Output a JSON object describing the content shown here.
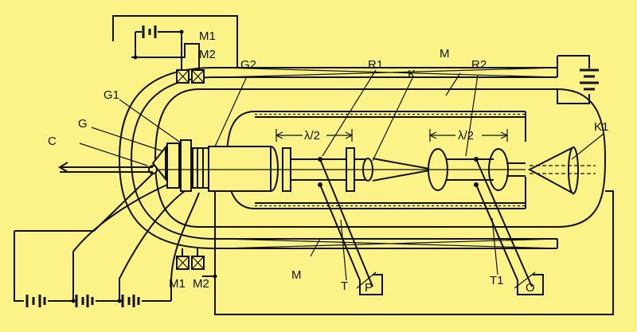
{
  "labels": {
    "m1_top": "M1",
    "m2_top": "M2",
    "m_top": "M",
    "g2": "G2",
    "r1": "R1",
    "k": "K",
    "r2": "R2",
    "k1": "K1",
    "g1": "G1",
    "g": "G",
    "c": "C",
    "lambda_left": "λ/2",
    "lambda_right": "λ/2",
    "m1_bottom": "M1",
    "m2_bottom": "M2",
    "m_bottom": "M",
    "t": "T",
    "p": "P",
    "t1": "T1",
    "o": "O"
  },
  "colors": {
    "background": "#fbf288",
    "ink": "#111111"
  }
}
